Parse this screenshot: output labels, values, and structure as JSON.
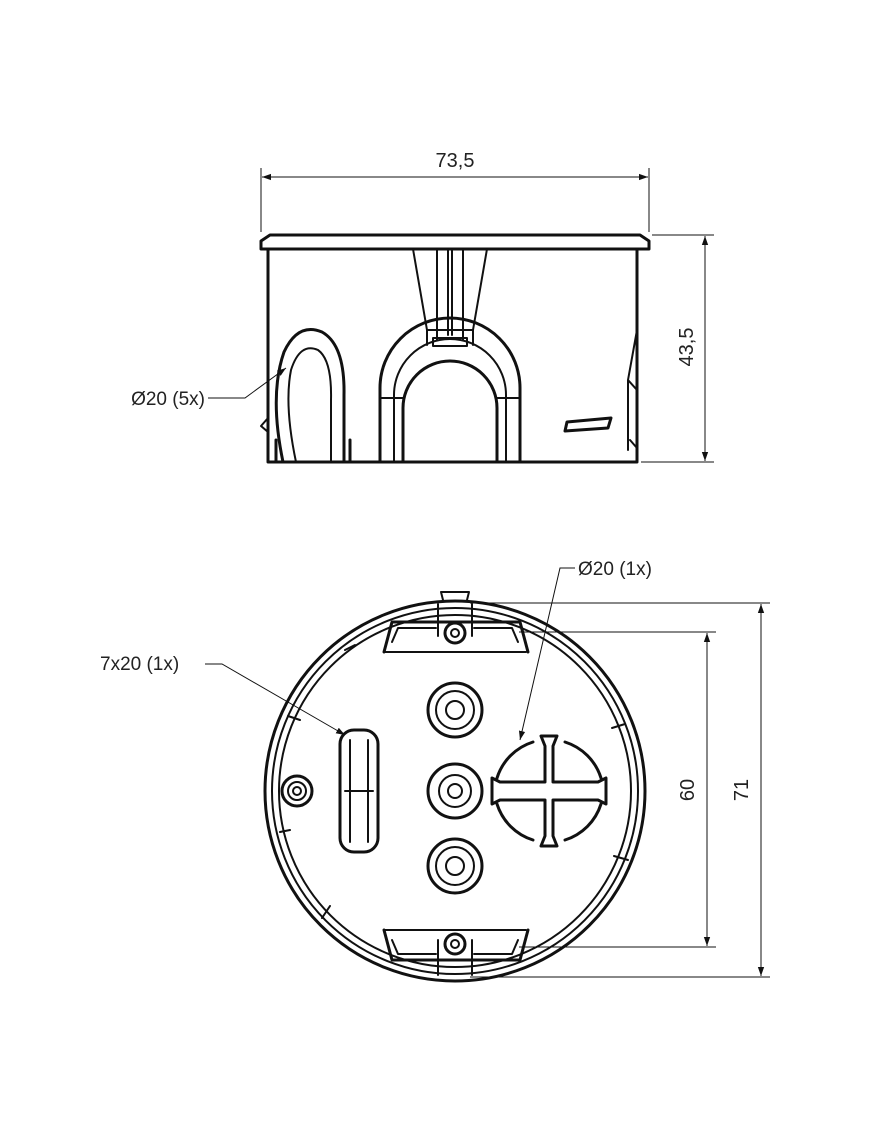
{
  "side_view": {
    "width_dimension": "73,5",
    "height_dimension": "43,5",
    "callout_knockouts": "Ø20 (5x)"
  },
  "top_view": {
    "callout_round_entry": "Ø20 (1x)",
    "callout_slot": "7x20 (1x)",
    "inner_diameter_dimension": "60",
    "outer_diameter_dimension": "71"
  }
}
